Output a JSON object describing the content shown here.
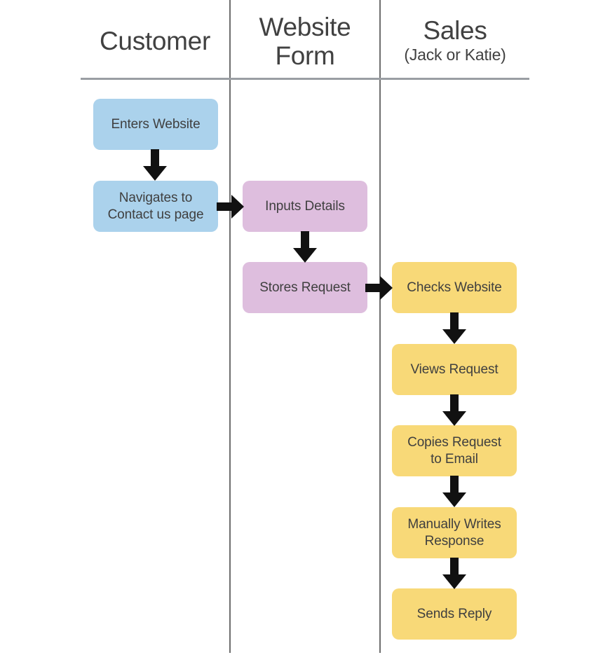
{
  "diagram": {
    "type": "swimlane-flowchart",
    "background_color": "#ffffff",
    "lane_divider_color": "#6e6e6e",
    "header_rule_color": "#9a9ea3",
    "text_color": "#3f3f3f",
    "header_text_color": "#414141",
    "arrow_color": "#111111"
  },
  "lanes": [
    {
      "id": "customer",
      "title": "Customer",
      "subtitle": "",
      "node_color": "#abd2ec"
    },
    {
      "id": "website-form",
      "title": "Website\nForm",
      "title_line1": "Website",
      "title_line2": "Form",
      "subtitle": "",
      "node_color": "#debede"
    },
    {
      "id": "sales",
      "title": "Sales",
      "subtitle": "(Jack or Katie)",
      "node_color": "#f8d978"
    }
  ],
  "nodes": [
    {
      "id": "enters-website",
      "lane": "customer",
      "label": "Enters Website"
    },
    {
      "id": "navigates-contact",
      "lane": "customer",
      "label": "Navigates to\nContact us page"
    },
    {
      "id": "inputs-details",
      "lane": "website-form",
      "label": "Inputs Details"
    },
    {
      "id": "stores-request",
      "lane": "website-form",
      "label": "Stores Request"
    },
    {
      "id": "checks-website",
      "lane": "sales",
      "label": "Checks Website"
    },
    {
      "id": "views-request",
      "lane": "sales",
      "label": "Views Request"
    },
    {
      "id": "copies-request-email",
      "lane": "sales",
      "label": "Copies Request\nto Email"
    },
    {
      "id": "manually-writes",
      "lane": "sales",
      "label": "Manually Writes\nResponse"
    },
    {
      "id": "sends-reply",
      "lane": "sales",
      "label": "Sends Reply"
    }
  ],
  "arrows": [
    {
      "id": "a1",
      "direction": "down",
      "from": "enters-website",
      "to": "navigates-contact"
    },
    {
      "id": "a2",
      "direction": "right",
      "from": "navigates-contact",
      "to": "inputs-details"
    },
    {
      "id": "a3",
      "direction": "down",
      "from": "inputs-details",
      "to": "stores-request"
    },
    {
      "id": "a4",
      "direction": "right",
      "from": "stores-request",
      "to": "checks-website"
    },
    {
      "id": "a5",
      "direction": "down",
      "from": "checks-website",
      "to": "views-request"
    },
    {
      "id": "a6",
      "direction": "down",
      "from": "views-request",
      "to": "copies-request-email"
    },
    {
      "id": "a7",
      "direction": "down",
      "from": "copies-request-email",
      "to": "manually-writes"
    },
    {
      "id": "a8",
      "direction": "down",
      "from": "manually-writes",
      "to": "sends-reply"
    }
  ]
}
